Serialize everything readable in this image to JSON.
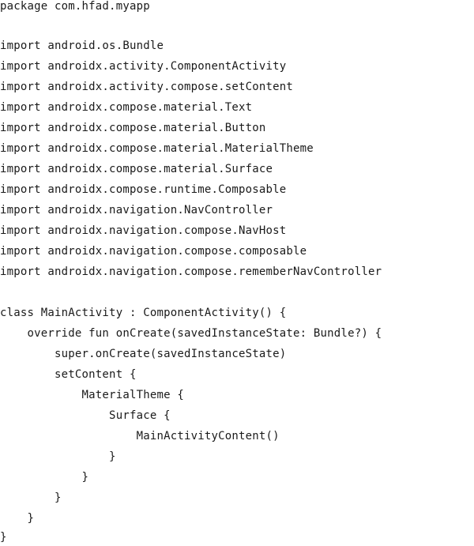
{
  "code": {
    "package_line": "package com.hfad.myapp",
    "imports": [
      "import android.os.Bundle",
      "import androidx.activity.ComponentActivity",
      "import androidx.activity.compose.setContent",
      "import androidx.compose.material.Text",
      "import androidx.compose.material.Button",
      "import androidx.compose.material.MaterialTheme",
      "import androidx.compose.material.Surface",
      "import androidx.compose.runtime.Composable",
      "import androidx.navigation.NavController",
      "import androidx.navigation.compose.NavHost",
      "import androidx.navigation.compose.composable",
      "import androidx.navigation.compose.rememberNavController"
    ],
    "class_body": [
      "class MainActivity : ComponentActivity() {",
      "    override fun onCreate(savedInstanceState: Bundle?) {",
      "        super.onCreate(savedInstanceState)",
      "        setContent {",
      "            MaterialTheme {",
      "                Surface {",
      "                    MainActivityContent()",
      "                }",
      "            }",
      "        }",
      "    }",
      "}"
    ]
  }
}
